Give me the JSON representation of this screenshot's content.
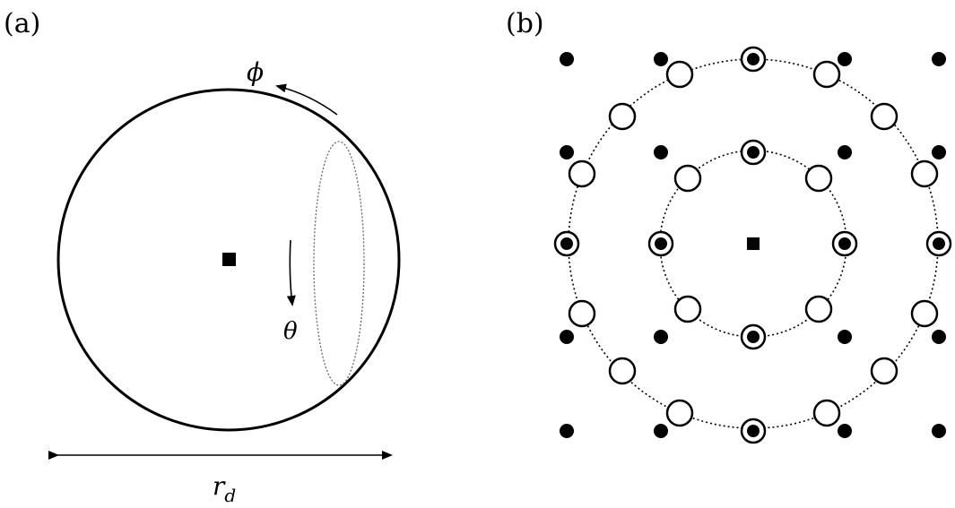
{
  "panel_a": {
    "label": "(a)",
    "phi_label": "ϕ",
    "theta_label": "θ",
    "width_label_main": "r",
    "width_label_sub": "d"
  },
  "panel_b": {
    "label": "(b)"
  },
  "colors": {
    "stroke": "#000000",
    "fill_open": "#ffffff",
    "fill_solid": "#000000"
  }
}
